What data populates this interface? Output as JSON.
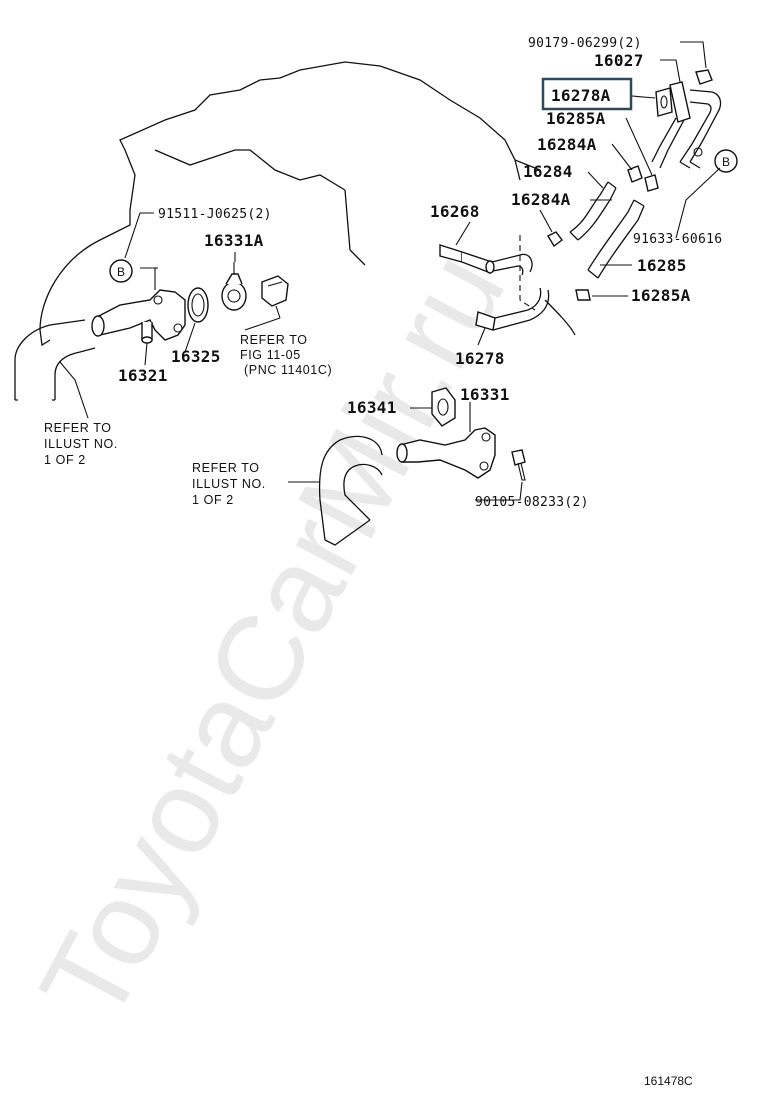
{
  "diagram": {
    "labels": {
      "p90179": "90179-06299(2)",
      "p16027": "16027",
      "p16278A": "16278A",
      "p16285A_top": "16285A",
      "p16284A_top": "16284A",
      "p16284": "16284",
      "p16284A_mid": "16284A",
      "p16268": "16268",
      "p91633": "91633-60616",
      "p16285": "16285",
      "p16285A_bot": "16285A",
      "p16278": "16278",
      "p91511": "91511-J0625(2)",
      "p16331A": "16331A",
      "p16325": "16325",
      "p16321": "16321",
      "p16341": "16341",
      "p16331": "16331",
      "p90105": "90105-08233(2)"
    },
    "callout_b": "B",
    "notes": {
      "refer_fig": [
        "REFER TO",
        "FIG 11-05",
        "(PNC 11401C)"
      ],
      "refer_illust_left": [
        "REFER TO",
        "ILLUST NO.",
        "1 OF 2"
      ],
      "refer_illust_mid": [
        "REFER TO",
        "ILLUST NO.",
        "1 OF 2"
      ]
    },
    "highlighted_part": "16278A",
    "highlight_color": "#2e4a5a",
    "figure_code": "161478C",
    "watermark": "ToyotaCarMir.ru"
  }
}
